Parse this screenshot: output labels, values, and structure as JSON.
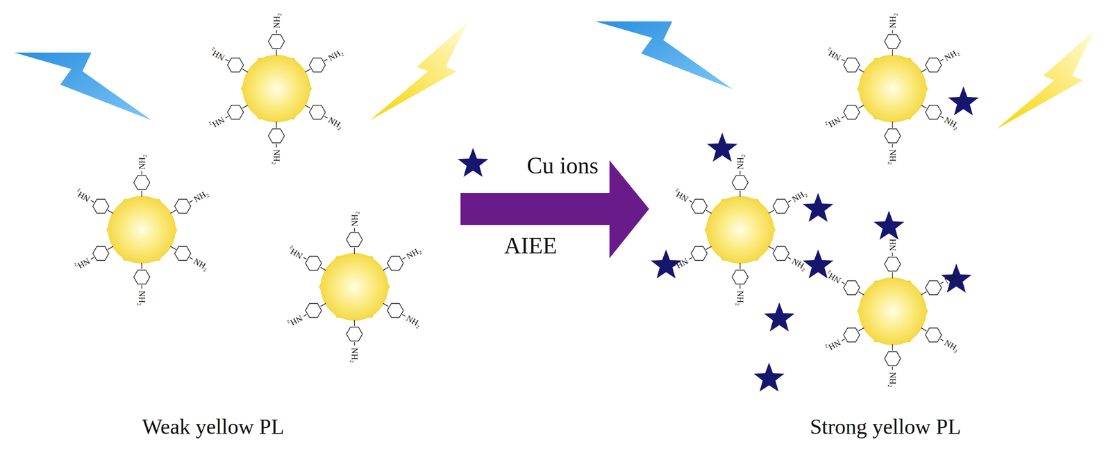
{
  "diagram": {
    "labels": [
      "Cu ions",
      "AIEE",
      "Weak yellow PL",
      "Strong yellow PL",
      "NH₂",
      "NH₂",
      "NH₂",
      "NH₂",
      "NH₂",
      "NH₂",
      "NH₂",
      "NH₂",
      "NH₂",
      "NH₂",
      "NH₂",
      "NH₂",
      "NH₂",
      "NH₂",
      "NH₂",
      "NH₂",
      "NH₂",
      "NH₂",
      "NH₂",
      "NH₂",
      "NH₂",
      "NH₂",
      "NH₂",
      "NH₂",
      "NH₂",
      "NH₂",
      "NH₂",
      "NH₂",
      "NH₂",
      "NH₂",
      "NH₂",
      "NH₂",
      "NH₂",
      "NH₂",
      "NH₂",
      "NH₂"
    ]
  }
}
